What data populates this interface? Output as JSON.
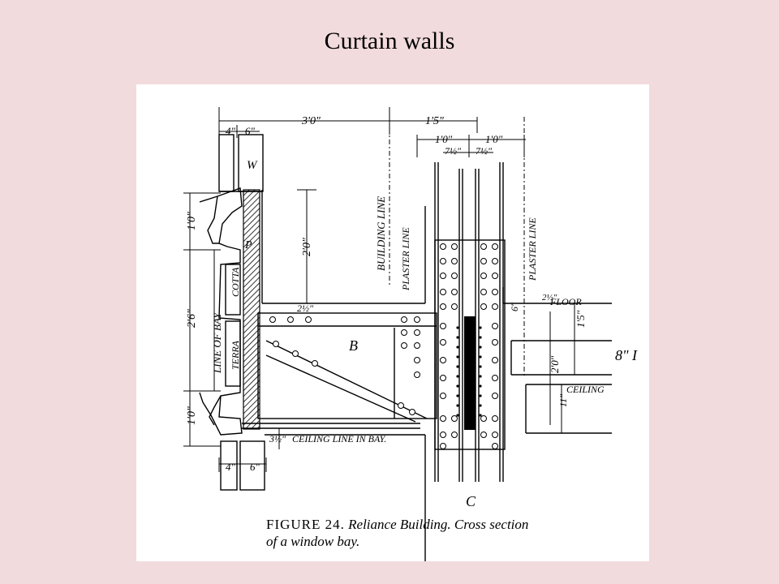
{
  "slide": {
    "title": "Curtain walls"
  },
  "figure": {
    "caption": {
      "number": "FIGURE 24.",
      "line1": "Reliance Building. Cross section",
      "line2": "of a window bay."
    },
    "labels": {
      "top_width": "3'0\"",
      "top_right_width": "1'5\"",
      "col_width_1": "1'0\"",
      "col_width_2": "1'0\"",
      "half_1": "7½\"",
      "half_2": "7½\"",
      "top_4": "4\"",
      "top_6": "6\"",
      "bottom_4": "4\"",
      "bottom_6": "6\"",
      "w_mark": "W",
      "p_mark": "P",
      "b_mark": "B",
      "c_mark": "C",
      "left_1_top": "1'0\"",
      "left_2_6": "2'6\"",
      "left_1_bottom": "1'0\"",
      "dim_2_0_left": "2'0\"",
      "dim_2_0_right": "2'0\"",
      "dim_1_5_right": "1'5\"",
      "dim_11": "11\"",
      "dim_6": "6\"",
      "dim_2_half": "2½\"",
      "dim_2_half_right": "2½\"",
      "dim_3_half": "3½\"",
      "building_line": "BUILDING LINE",
      "plaster_line_left": "PLASTER LINE",
      "plaster_line_right": "PLASTER LINE",
      "line_of_bay": "LINE OF BAY",
      "terra": "TERRA",
      "cotta": "COTTA",
      "floor": "FLOOR",
      "ceiling": "CEILING",
      "ceiling_line_bay": "CEILING LINE IN BAY.",
      "beam": "8\" I"
    }
  }
}
